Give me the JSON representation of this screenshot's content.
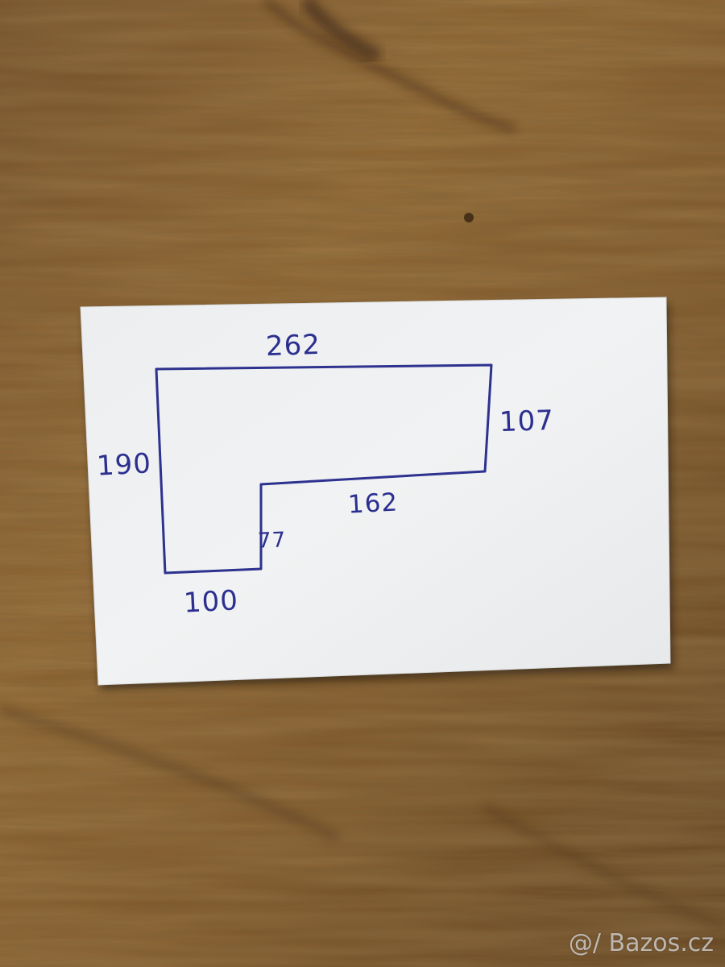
{
  "photo": {
    "subject": "hand-drawn L-shaped floor plan on a white card",
    "background": "dark wood tabletop",
    "colors": {
      "wood": "#7a5326",
      "card": "#eef0f1",
      "ink": "#2b2f8f"
    }
  },
  "sketch": {
    "dimensions": {
      "top": "262",
      "right": "107",
      "left": "190",
      "inner_horizontal": "162",
      "inner_vertical": "77",
      "bottom": "100"
    }
  },
  "watermark": {
    "text": "@/ Bazos.cz"
  }
}
